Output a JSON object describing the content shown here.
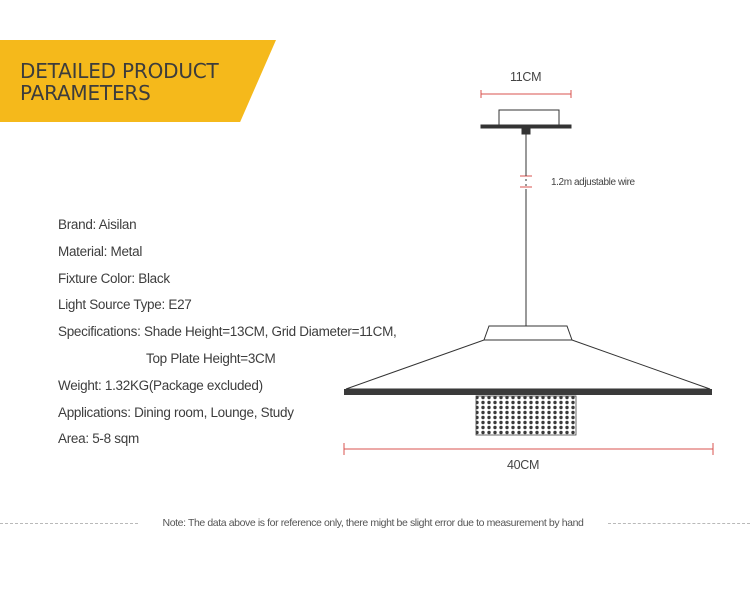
{
  "header": {
    "title_line1": "DETAILED PRODUCT",
    "title_line2": "PARAMETERS",
    "accent_color": "#f5b91b"
  },
  "specs": [
    "Brand: Aisilan",
    "Material: Metal",
    "Fixture Color: Black",
    "Light Source Type: E27",
    "Specifications: Shade Height=13CM, Grid Diameter=11CM,",
    "Top Plate Height=3CM",
    "Weight: 1.32KG(Package excluded)",
    "Applications: Dining room, Lounge, Study",
    "Area: 5-8 sqm"
  ],
  "diagram": {
    "top_width_label": "11CM",
    "wire_label": "1.2m adjustable wire",
    "shade_width_label": "40CM",
    "dimension_color": "#d9534f"
  },
  "footer": {
    "note": "Note: The data above is for reference only, there might be slight error due to measurement by hand"
  }
}
